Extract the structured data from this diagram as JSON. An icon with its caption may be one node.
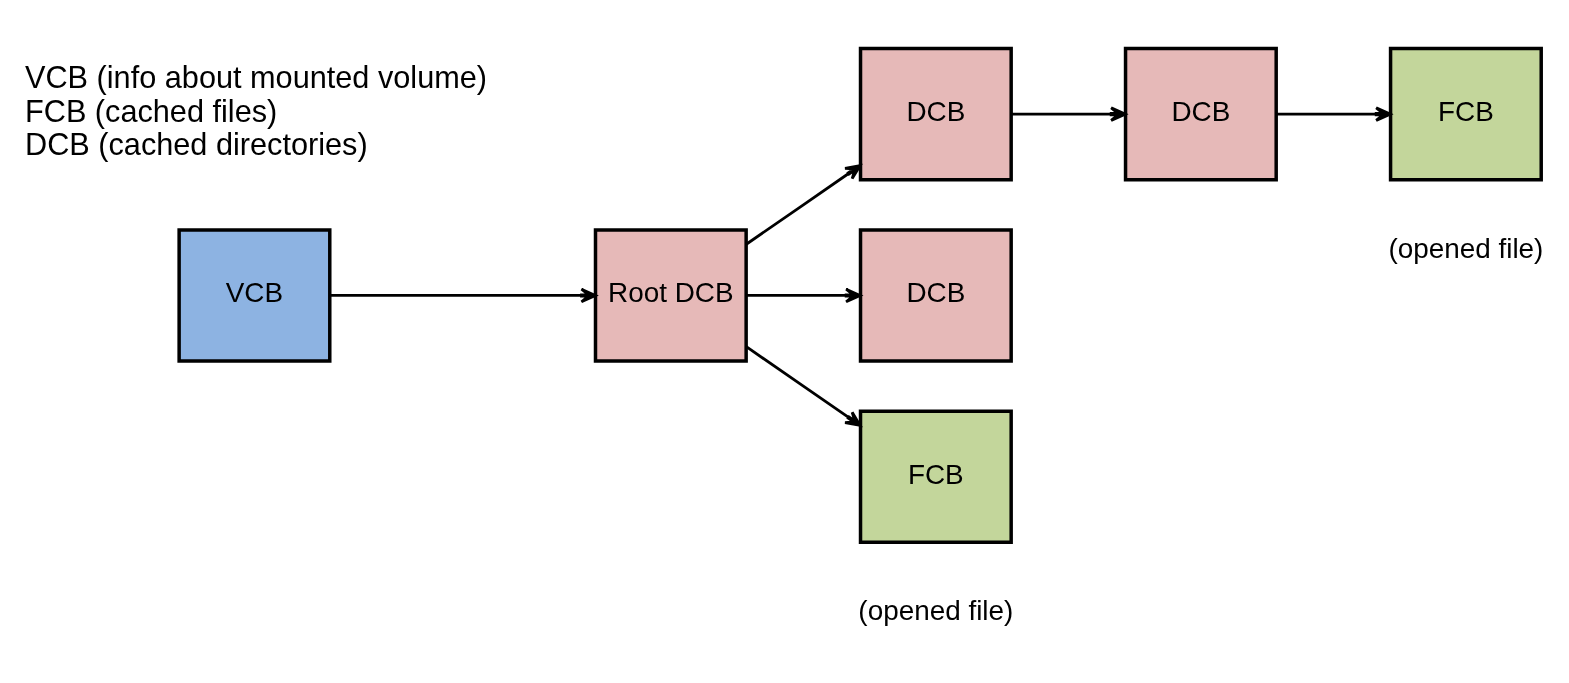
{
  "diagram": {
    "nodes": [
      {
        "text": [
          "VCB"
        ]
      },
      {
        "text": [
          "Root DCB"
        ]
      },
      {
        "text": [
          "DCB"
        ]
      },
      {
        "text": [
          "DCB"
        ]
      },
      {
        "text": [
          "FCB"
        ],
        "beside": [
          "(opened file)"
        ]
      },
      {
        "text": [
          "DCB"
        ]
      },
      {
        "text": [
          "FCB"
        ],
        "beside": [
          "(opened file)"
        ]
      }
    ],
    "edges": [
      {
        "from": 0,
        "to": 1,
        "arrow": "to"
      },
      {
        "from": 1,
        "to": 2,
        "arrow": "to"
      },
      {
        "from": 1,
        "to": 3,
        "arrow": "to"
      },
      {
        "from": 1,
        "to": 4,
        "arrow": "to"
      },
      {
        "from": 2,
        "to": 5,
        "arrow": "to"
      },
      {
        "from": 5,
        "to": 6,
        "arrow": "to"
      }
    ],
    "labels": [
      "VCB (info about mounted volume)",
      "FCB (cached files)",
      "DCB (cached directories)"
    ]
  }
}
